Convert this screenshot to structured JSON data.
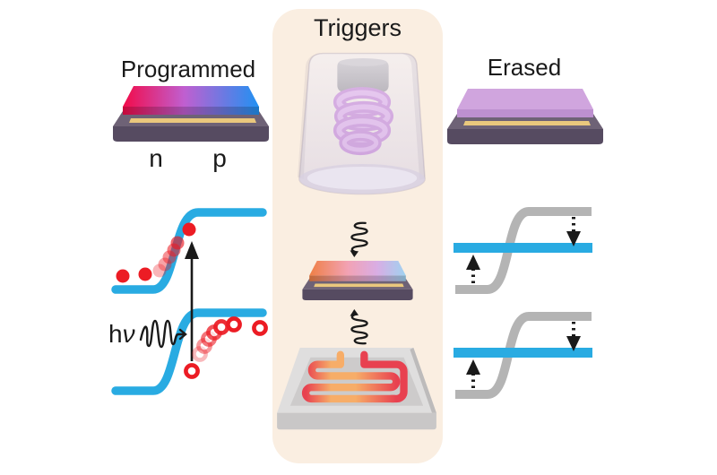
{
  "figure": {
    "left": {
      "title": "Programmed",
      "n_label": "n",
      "p_label": "p",
      "hv_h": "h",
      "hv_nu": "ν"
    },
    "center": {
      "title": "Triggers"
    },
    "right": {
      "title": "Erased"
    }
  },
  "icons": {
    "uv_lamp": "uv-lamp-icon",
    "photon_down": "photon-squiggle-down-icon",
    "photon_up": "photon-squiggle-up-icon",
    "heater": "heater-plate-icon",
    "photon_wave": "photon-wavepacket-icon",
    "device": "semiconductor-device-icon"
  },
  "colors": {
    "panel_bg": "#FAEEE1",
    "ink": "#1A1A1A",
    "band_blue": "#29ABE2",
    "band_gray": "#B4B4B4",
    "carrier_red": "#EC1C24",
    "device_base_top": "#6E6276",
    "device_base_front": "#564B61",
    "gold_contact": "#EAC87D",
    "programmed_stops": [
      "#F20B49",
      "#C05FD0",
      "#2191F2"
    ],
    "partial_stops": [
      "#EF7F45",
      "#F2A2B4",
      "#D9ADE4",
      "#9FD2F0"
    ],
    "erased_top": "#D0A5DE",
    "erased_front": "#BD90D0",
    "glass_light": "#F2EFF5",
    "glass_dark": "#D9D2E3",
    "cap_light": "#ACA7AA",
    "cap_dark": "#6F6B6E",
    "coil_dark": "#B452CC",
    "coil_light": "#DC93EC",
    "tray_top": "#DFDEDE",
    "tray_inner": "#CDCBCB",
    "tray_front": "#C9C7C7",
    "heat_red": "#E84150",
    "heat_orange": "#F7AD68"
  }
}
